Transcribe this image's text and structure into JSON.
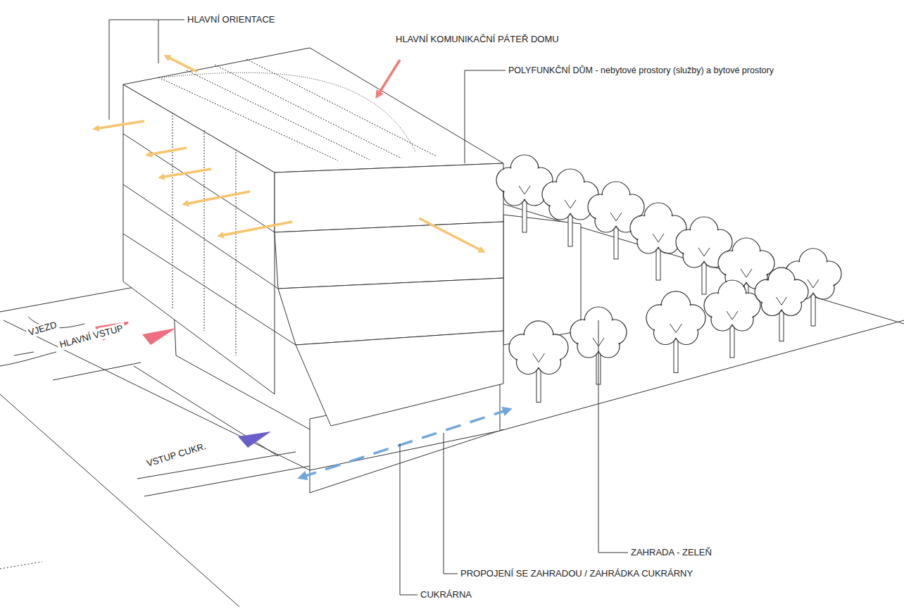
{
  "diagram": {
    "labels": [
      "HLAVNÍ ORIENTACE",
      "HLAVNÍ KOMUNIKAČNÍ PÁTEŘ DOMU",
      "POLYFUNKČNÍ DŮM - nebytové prostory (služby) a bytové prostory",
      "VJEZD",
      "HLAVNÍ VSTUP",
      "VSTUP CUKR.",
      "ZAHRADA - ZELEŇ",
      "PROPOJENÍ SE ZAHRADOU / ZAHRÁDKA CUKRÁRNY",
      "CUKRÁRNA"
    ]
  }
}
